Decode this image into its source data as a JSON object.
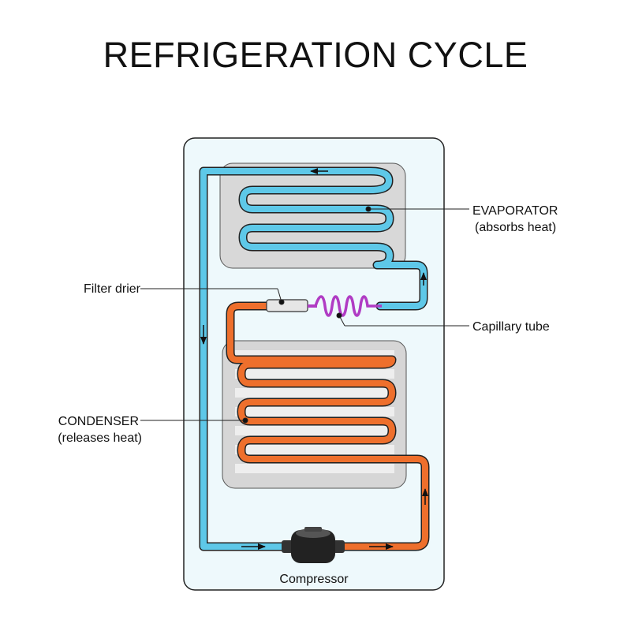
{
  "title": "REFRIGERATION CYCLE",
  "labels": {
    "evaporator": "EVAPORATOR",
    "evaporator_note": "(absorbs heat)",
    "filter_drier": "Filter drier",
    "capillary_tube": "Capillary tube",
    "condenser": "CONDENSER",
    "condenser_note": "(releases heat)",
    "compressor": "Compressor"
  },
  "colors": {
    "cold_line": "#5ec8e8",
    "hot_line": "#ee6f2c",
    "capillary": "#b03cc4",
    "cabinet": "#eef9fc",
    "panel": "#d8d8d8",
    "compressor": "#222222"
  }
}
